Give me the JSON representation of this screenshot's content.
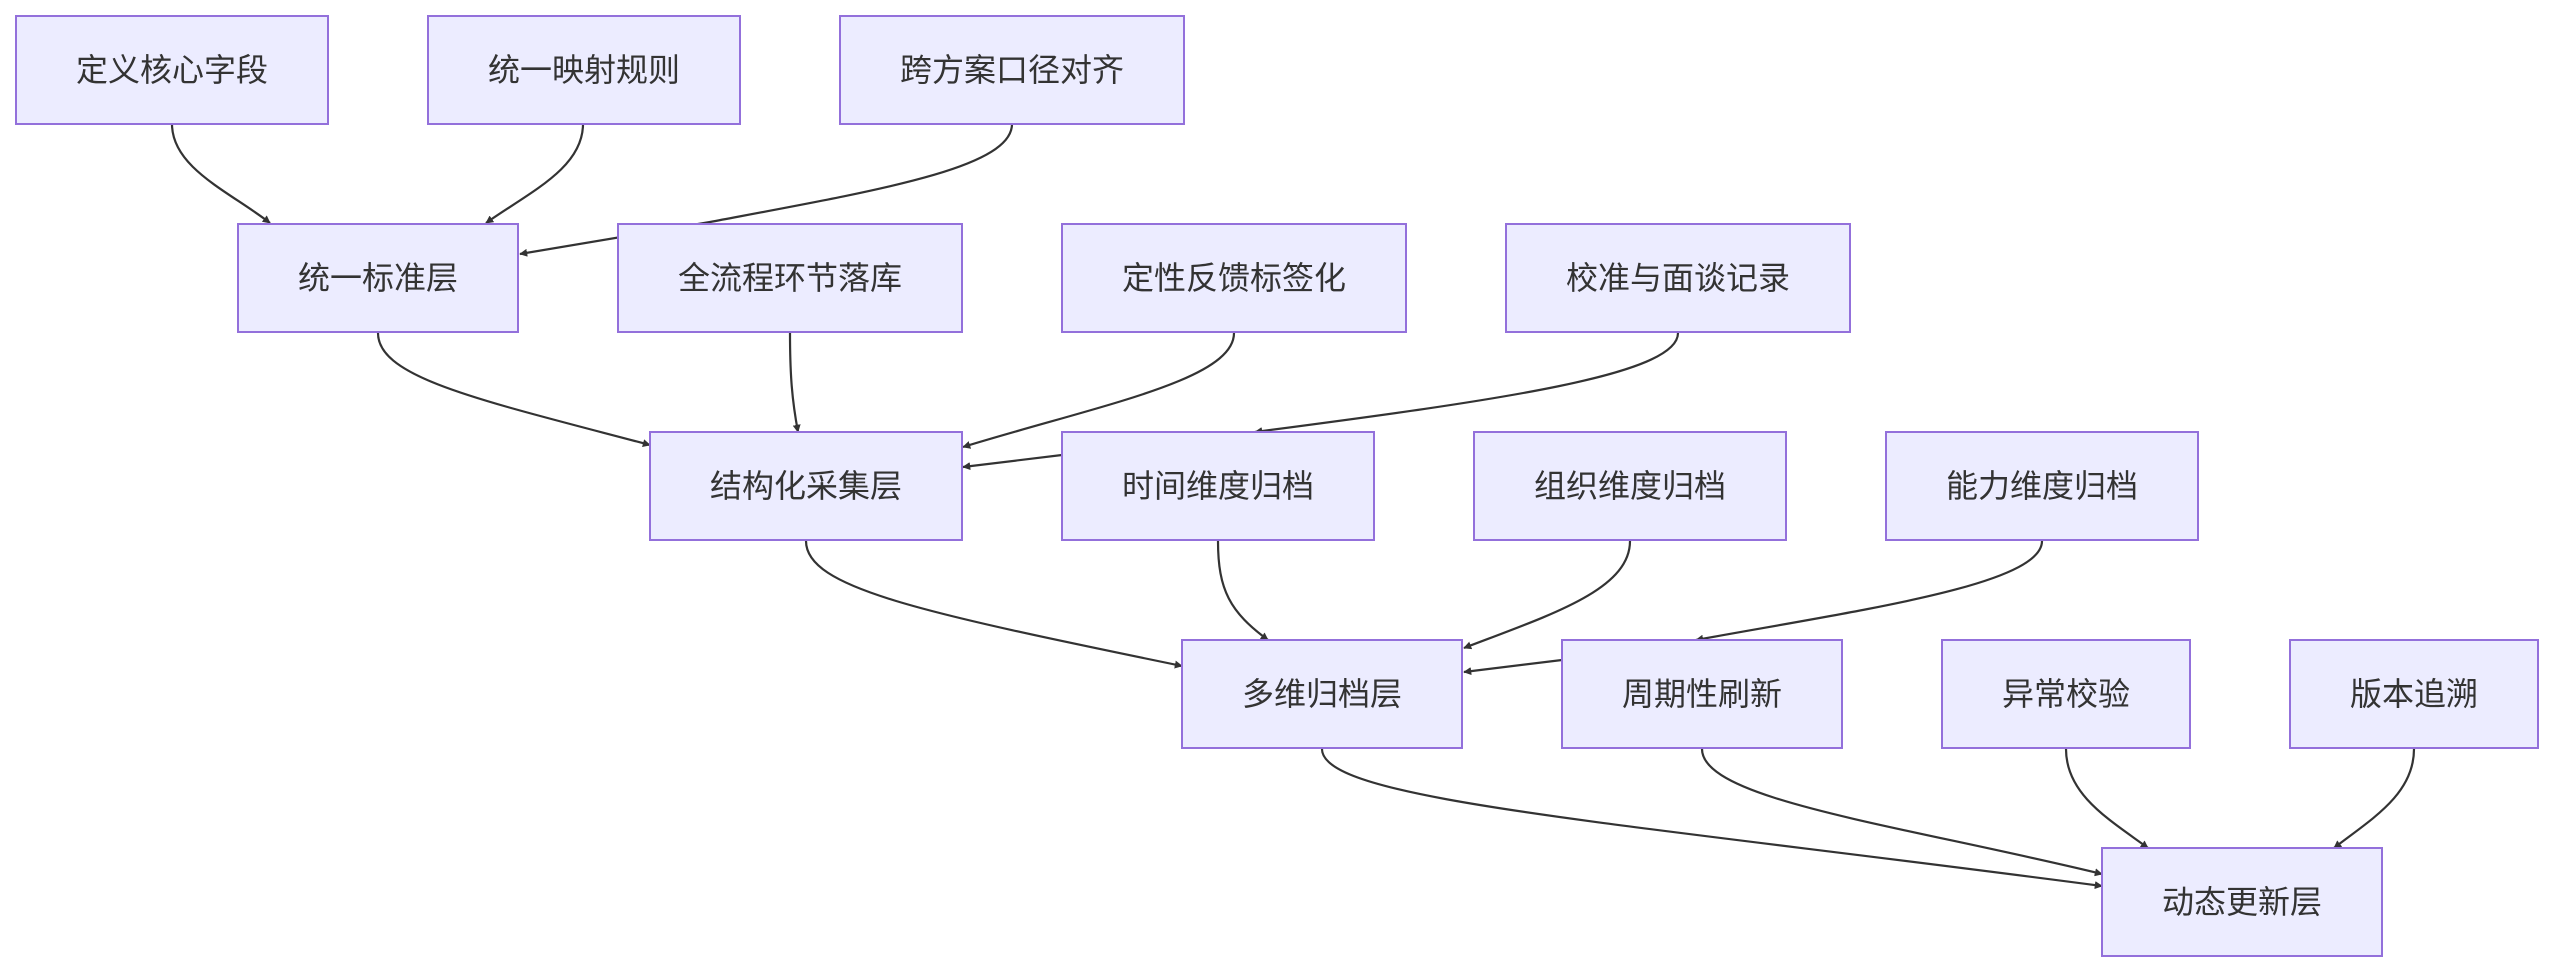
{
  "nodes": {
    "define_core_fields": "定义核心字段",
    "unified_mapping_rules": "统一映射规则",
    "cross_plan_alignment": "跨方案口径对齐",
    "unified_standard_layer": "统一标准层",
    "full_process_storage": "全流程环节落库",
    "qualitative_feedback_tagging": "定性反馈标签化",
    "calibration_interview_records": "校准与面谈记录",
    "structured_collection_layer": "结构化采集层",
    "time_dimension_archive": "时间维度归档",
    "org_dimension_archive": "组织维度归档",
    "capability_dimension_archive": "能力维度归档",
    "multi_dim_archive_layer": "多维归档层",
    "periodic_refresh": "周期性刷新",
    "anomaly_validation": "异常校验",
    "version_traceback": "版本追溯",
    "dynamic_update_layer": "动态更新层"
  },
  "edges": [
    [
      "define_core_fields",
      "unified_standard_layer"
    ],
    [
      "unified_mapping_rules",
      "unified_standard_layer"
    ],
    [
      "cross_plan_alignment",
      "unified_standard_layer"
    ],
    [
      "unified_standard_layer",
      "structured_collection_layer"
    ],
    [
      "full_process_storage",
      "structured_collection_layer"
    ],
    [
      "qualitative_feedback_tagging",
      "structured_collection_layer"
    ],
    [
      "calibration_interview_records",
      "structured_collection_layer"
    ],
    [
      "structured_collection_layer",
      "multi_dim_archive_layer"
    ],
    [
      "time_dimension_archive",
      "multi_dim_archive_layer"
    ],
    [
      "org_dimension_archive",
      "multi_dim_archive_layer"
    ],
    [
      "capability_dimension_archive",
      "multi_dim_archive_layer"
    ],
    [
      "multi_dim_archive_layer",
      "dynamic_update_layer"
    ],
    [
      "periodic_refresh",
      "dynamic_update_layer"
    ],
    [
      "anomaly_validation",
      "dynamic_update_layer"
    ],
    [
      "version_traceback",
      "dynamic_update_layer"
    ]
  ],
  "colors": {
    "node_fill": "#ECECFF",
    "node_border": "#9370DB",
    "edge": "#333333",
    "text": "#333333"
  }
}
